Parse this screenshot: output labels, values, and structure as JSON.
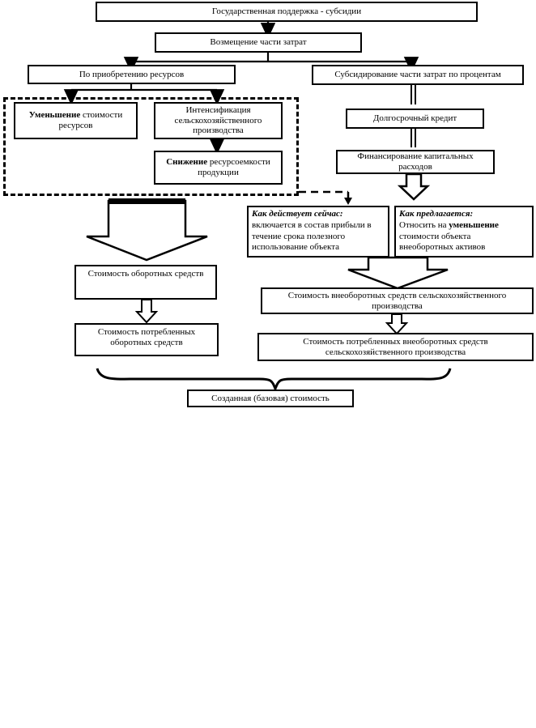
{
  "diagram": {
    "title_box": {
      "label": "Государственная поддержка - субсидии"
    },
    "second_box": {
      "label": "Возмещение части затрат"
    },
    "left_branch": {
      "label": "По приобретению ресурсов"
    },
    "right_branch": {
      "label": "Субсидирование части затрат по процентам"
    },
    "reduce_cost": {
      "bold": "Уменьшение",
      "rest": " стоимости",
      "line2": "ресурсов"
    },
    "intensification": {
      "line1": "Интенсификация",
      "line2": "сельскохозяйственного",
      "line3": "производства"
    },
    "resource_intensity": {
      "bold": "Снижение",
      "rest": " ресурсоемкости",
      "line2": "продукции"
    },
    "long_term_credit": {
      "label": "Долгосрочный кредит"
    },
    "capital_financing": {
      "line1": "Финансирование капитальных",
      "line2": "расходов"
    },
    "current_practice": {
      "header": "Как действует сейчас:",
      "line1": "включается в состав прибыли в",
      "line2": "течение срока полезного",
      "line3": "использование объекта"
    },
    "proposed_practice": {
      "header": "Как предлагается:",
      "line1_a": "Относить на ",
      "line1_bold": "уменьшение",
      "line2": "стоимости объекта",
      "line3": "внеоборотных активов"
    },
    "current_assets_value": {
      "label": "Стоимость оборотных средств"
    },
    "consumed_current_assets": {
      "line1": "Стоимость потребленных",
      "line2": "оборотных средств"
    },
    "noncurrent_assets_value": {
      "line1": "Стоимость внеоборотных средств сельскохозяйственного",
      "line2": "производства"
    },
    "consumed_noncurrent_assets": {
      "line1": "Стоимость потребленных внеоборотных средств",
      "line2": "сельскохозяйственного производства"
    },
    "created_value": {
      "label": "Созданная (базовая) стоимость"
    }
  },
  "colors": {
    "stroke": "#000000",
    "background": "#ffffff"
  }
}
